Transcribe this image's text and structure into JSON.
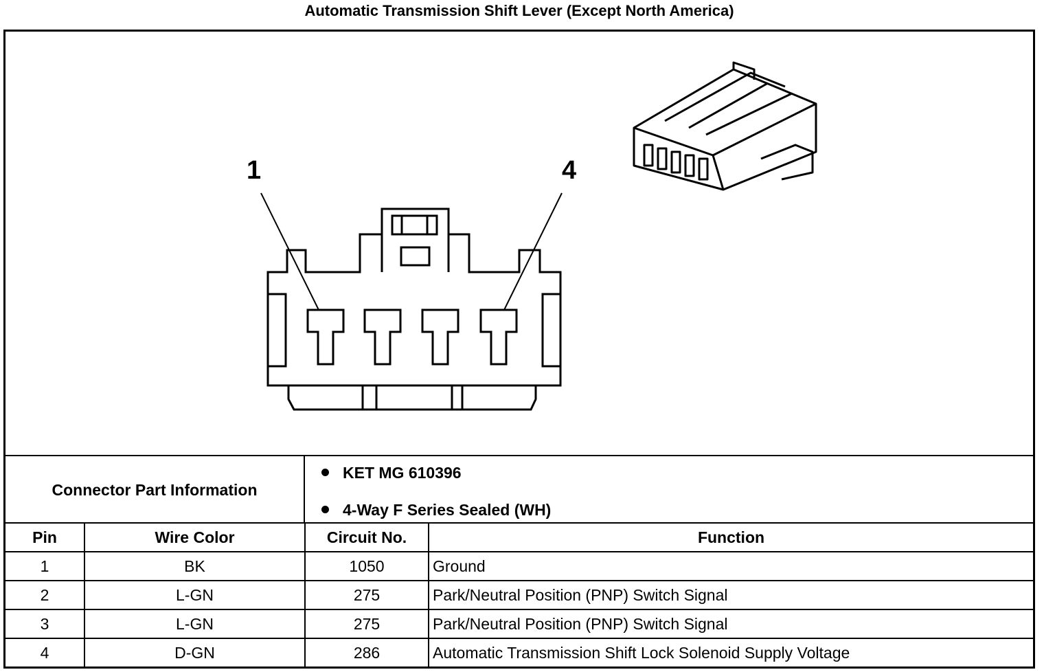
{
  "title": "Automatic Transmission Shift Lever (Except North America)",
  "callouts": {
    "pin_first": "1",
    "pin_last": "4"
  },
  "connector_info": {
    "label": "Connector Part Information",
    "items": [
      "KET MG 610396",
      "4-Way F Series Sealed (WH)"
    ]
  },
  "table": {
    "headers": {
      "pin": "Pin",
      "wire_color": "Wire Color",
      "circuit": "Circuit No.",
      "function": "Function"
    },
    "rows": [
      {
        "pin": "1",
        "wire_color": "BK",
        "circuit": "1050",
        "function": "Ground"
      },
      {
        "pin": "2",
        "wire_color": "L-GN",
        "circuit": "275",
        "function": "Park/Neutral Position (PNP) Switch Signal"
      },
      {
        "pin": "3",
        "wire_color": "L-GN",
        "circuit": "275",
        "function": "Park/Neutral Position (PNP) Switch Signal"
      },
      {
        "pin": "4",
        "wire_color": "D-GN",
        "circuit": "286",
        "function": "Automatic Transmission Shift Lock Solenoid Supply Voltage"
      }
    ]
  }
}
